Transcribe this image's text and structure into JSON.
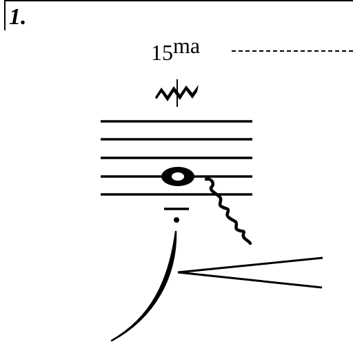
{
  "measure": {
    "number": "1."
  },
  "ottava": {
    "number": "15",
    "suffix": "ma"
  },
  "icons": {
    "trill": "trill-icon",
    "notehead": "whole-note-icon",
    "glissando": "wavy-glissando-icon",
    "hairpin": "crescendo-hairpin-icon",
    "slur": "slur-icon"
  }
}
